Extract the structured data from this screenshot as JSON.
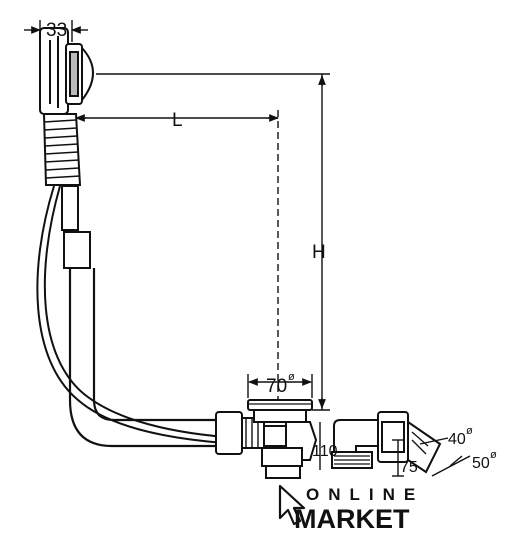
{
  "dimensions": {
    "width_top": "33",
    "length": "L",
    "height": "H",
    "drain_diameter": "70",
    "pipe_small": "40",
    "pipe_large": "50",
    "trap_depth": "110",
    "outlet_height": "75",
    "diameter_symbol": "ø"
  },
  "watermark": {
    "line1": "ONLINE",
    "line2": "MARKET"
  },
  "colors": {
    "line": "#111111",
    "background": "#ffffff"
  }
}
